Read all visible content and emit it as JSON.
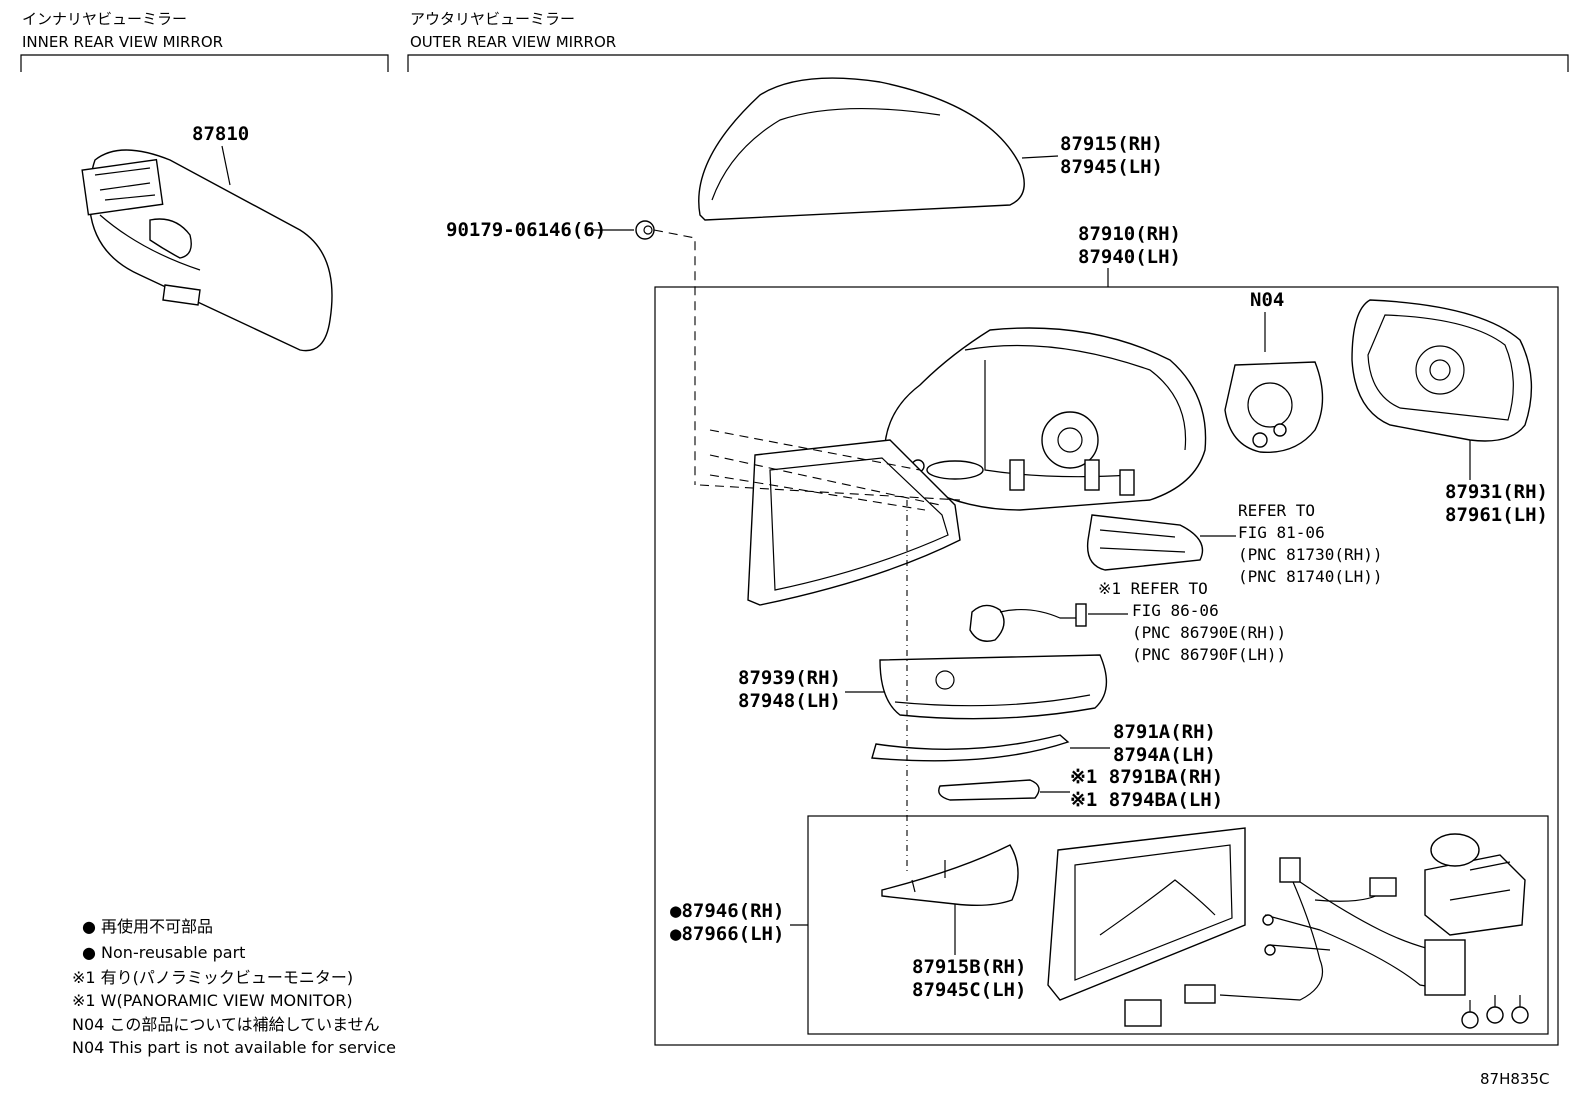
{
  "headers": {
    "inner_jp": "インナリヤビューミラー",
    "inner_en": "INNER REAR VIEW MIRROR",
    "outer_jp": "アウタリヤビューミラー",
    "outer_en": "OUTER REAR VIEW MIRROR"
  },
  "parts": {
    "p87810": "87810",
    "p87915": "87915(RH)",
    "p87945": "87945(LH)",
    "p90179": "90179-06146(6)",
    "p87910": "87910(RH)",
    "p87940": "87940(LH)",
    "n04": "N04",
    "p87931": "87931(RH)",
    "p87961": "87961(LH)",
    "p87939": "87939(RH)",
    "p87948": "87948(LH)",
    "p8791A": "8791A(RH)",
    "p8794A": "8794A(LH)",
    "p8791BA": "※1 8791BA(RH)",
    "p8794BA": "※1 8794BA(LH)",
    "p87946": "●87946(RH)",
    "p87966": "●87966(LH)",
    "p87915B": "87915B(RH)",
    "p87945C": "87945C(LH)"
  },
  "refs": {
    "ref1_l1": "REFER TO",
    "ref1_l2": "FIG 81-06",
    "ref1_l3": "(PNC 81730(RH))",
    "ref1_l4": "(PNC 81740(LH))",
    "ref2_l1": "※1 REFER TO",
    "ref2_l2": "FIG 86-06",
    "ref2_l3": "(PNC 86790E(RH))",
    "ref2_l4": "(PNC 86790F(LH))"
  },
  "legend": {
    "l1": "● 再使用不可部品",
    "l2": "● Non-reusable part",
    "l3": "※1 有り(パノラミックビューモニター)",
    "l4": "※1 W(PANORAMIC VIEW MONITOR)",
    "l5": "N04 この部品については補給していません",
    "l6": "N04 This part is not available for service"
  },
  "figure_code": "87H835C"
}
